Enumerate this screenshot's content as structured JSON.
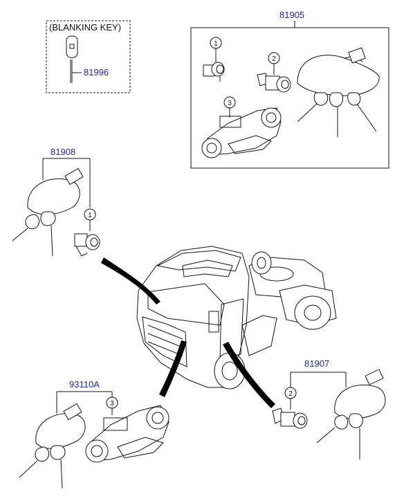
{
  "diagram": {
    "blanking_key": {
      "title": "(BLANKING KEY)",
      "part_number": "81996"
    },
    "parts": [
      {
        "part_number": "81905"
      },
      {
        "part_number": "81908"
      },
      {
        "part_number": "81907"
      },
      {
        "part_number": "93110A"
      }
    ],
    "callouts": [
      "1",
      "2",
      "3"
    ],
    "colors": {
      "part_number": "#1a22c8",
      "line": "#111111",
      "arrow": "#000000"
    }
  }
}
